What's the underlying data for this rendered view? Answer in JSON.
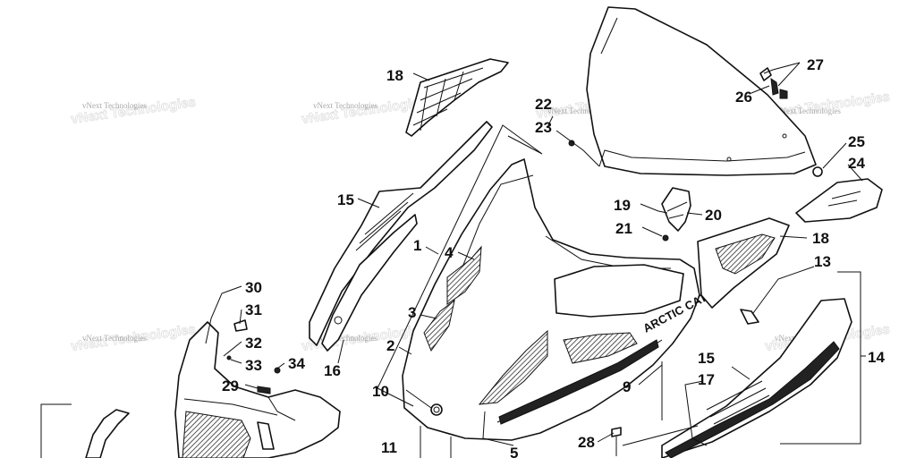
{
  "diagram": {
    "watermark_text": "vNext Technologies",
    "brand_text": "ARCTIC CAT",
    "callouts": [
      "1",
      "2",
      "3",
      "4",
      "5",
      "9",
      "10",
      "11",
      "13",
      "14",
      "15",
      "16",
      "17",
      "18",
      "19",
      "20",
      "21",
      "22",
      "23",
      "24",
      "25",
      "26",
      "27",
      "28",
      "29",
      "30",
      "31",
      "32",
      "33",
      "34"
    ]
  },
  "labels": {
    "c1": "1",
    "c2": "2",
    "c3": "3",
    "c4": "4",
    "c5": "5",
    "c9": "9",
    "c10": "10",
    "c11": "11",
    "c13": "13",
    "c14": "14",
    "c15a": "15",
    "c15b": "15",
    "c16": "16",
    "c17": "17",
    "c18a": "18",
    "c18b": "18",
    "c19": "19",
    "c20": "20",
    "c21": "21",
    "c22": "22",
    "c23": "23",
    "c24": "24",
    "c25": "25",
    "c26": "26",
    "c27": "27",
    "c28": "28",
    "c29": "29",
    "c30": "30",
    "c31": "31",
    "c32": "32",
    "c33": "33",
    "c34": "34"
  }
}
